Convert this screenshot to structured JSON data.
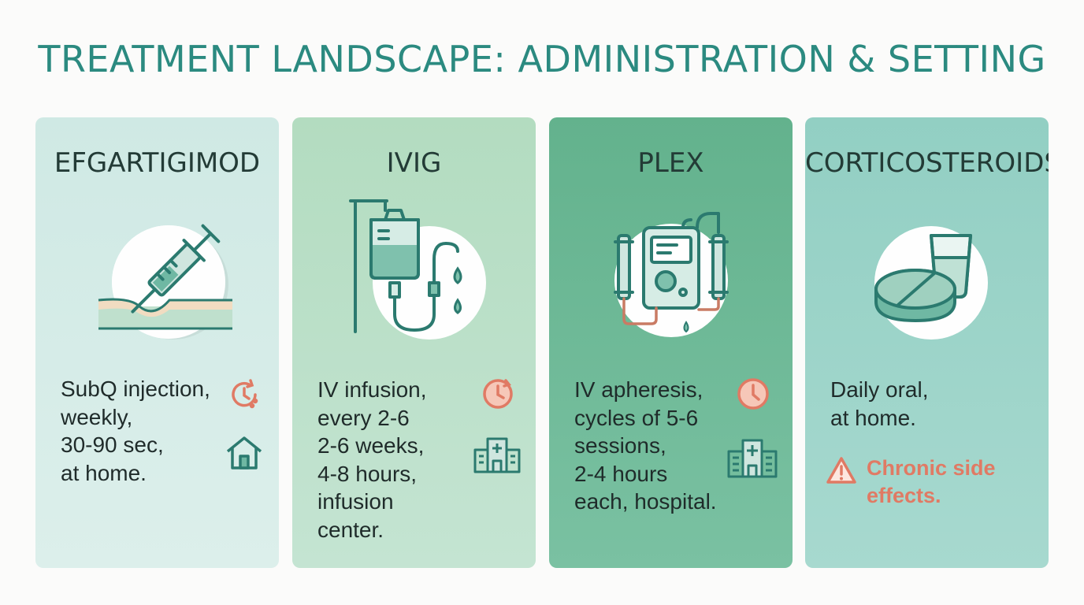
{
  "title": "TREATMENT LANDSCAPE: ADMINISTRATION & SETTING",
  "colors": {
    "title": "#2b8a80",
    "icon_stroke": "#2b7a6f",
    "accent_coral": "#e07a64",
    "card_efgartigimod": "#d3ebe6",
    "card_ivig": "#b5dcc3",
    "card_plex": "#72bb9a",
    "card_corticosteroids": "#97d1c6"
  },
  "cards": [
    {
      "name": "EFGARTIGIMOD",
      "icon": "syringe-injection-icon",
      "text": "SubQ injection,\nweekly,\n30-90 sec,\nat home.",
      "side_icons": [
        "timer-icon",
        "home-icon"
      ]
    },
    {
      "name": "IVIG",
      "icon": "iv-drip-bag-icon",
      "text": "IV infusion,\nevery 2-6\n2-6 weeks,\n4-8 hours,\ninfusion\ncenter.",
      "side_icons": [
        "timer-icon",
        "hospital-building-icon"
      ]
    },
    {
      "name": "PLEX",
      "icon": "apheresis-machine-icon",
      "text": "IV apheresis,\ncycles of 5-6\nsessions,\n2-4 hours\neach, hospital.",
      "side_icons": [
        "clock-icon",
        "hospital-building-icon"
      ]
    },
    {
      "name": "CORTICOSTEROIDS",
      "icon": "pill-and-water-glass-icon",
      "text": "Daily oral,\nat home.",
      "warning": "Chronic side\neffects.",
      "side_icons": [
        "warning-triangle-icon"
      ]
    }
  ]
}
